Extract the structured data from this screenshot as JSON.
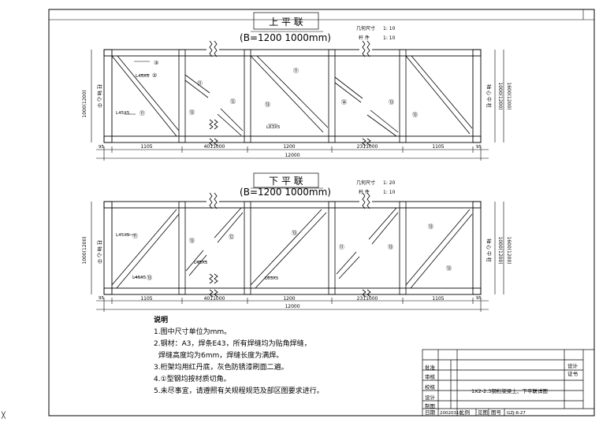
{
  "top_view": {
    "title": "上 平 联",
    "subtitle": "(B=1200 1000mm)",
    "scale_label_1": "几何尺寸",
    "scale_value_1": "1: 10",
    "scale_label_2": "杆 件",
    "scale_value_2": "1: 10",
    "left_vertical_label": "1000(1200)",
    "left_side_text": "柱 轴 心 中",
    "right_side_text": "轴 心 中 柱",
    "right_dims": [
      "1000(1200)",
      "1600(1200)"
    ],
    "bottom_dims": [
      "1105",
      "4011000",
      "1200",
      "2311000",
      "1105"
    ],
    "total_dim": "12000",
    "edge_dims": [
      "95",
      "95"
    ],
    "member_labels": [
      "L45X5",
      "L45X5",
      "L63X5"
    ],
    "circle_numbers": [
      "③",
      "②",
      "⑪",
      "⑪",
      "⑫",
      "⑬",
      "⑪",
      "⑬",
      "⑭",
      "⑬",
      "⑬"
    ]
  },
  "bottom_view": {
    "title": "下 平 联",
    "subtitle": "(B=1200 1000mm)",
    "scale_label_1": "几何尺寸",
    "scale_value_1": "1: 20",
    "scale_label_2": "杆 件",
    "scale_value_2": "1: 10",
    "left_vertical_label": "1000(1200)",
    "left_side_text": "柱 轴 心 中",
    "right_side_text": "轴 心 中 柱",
    "right_dims": [
      "1000(1200)",
      "1600(1200)"
    ],
    "bottom_dims": [
      "1105",
      "4011000",
      "1200",
      "2311000",
      "1105"
    ],
    "total_dim": "12000",
    "edge_dims": [
      "95",
      "95"
    ],
    "member_labels": [
      "L45X5",
      "L45X5",
      "L45X5",
      "L63X5"
    ],
    "circle_numbers": [
      "⑪",
      "⑬",
      "⑫",
      "⑬",
      "⑬",
      "⑪",
      "⑬",
      "⑬",
      "⑬"
    ]
  },
  "notes": {
    "heading": "说明",
    "items": [
      "1.图中尺寸单位为mm。",
      "2.钢材：A3，焊条E43，所有焊缝均为贴角焊缝，",
      "焊缝高度均为6mm，焊缝长度为满焊。",
      "3.桁架均用红丹底，灰色防锈漆刷面二遍。",
      "4.①型钢均按材质切角。",
      "5.未尽事宜，请遵照有关规程规范及部区图要求进行。"
    ]
  },
  "title_block": {
    "rows": [
      "批准",
      "审核",
      "校核",
      "设计",
      "制图",
      "日期"
    ],
    "date_value": "20020310",
    "drawing_title": "1X2-2.3钢桁架梁上、下平联详图",
    "designer_col": [
      "设计",
      "证书"
    ],
    "bottom_row": [
      "比例",
      "见图",
      "图号",
      "GZJ-6-27"
    ]
  },
  "corner_mark": "╳"
}
